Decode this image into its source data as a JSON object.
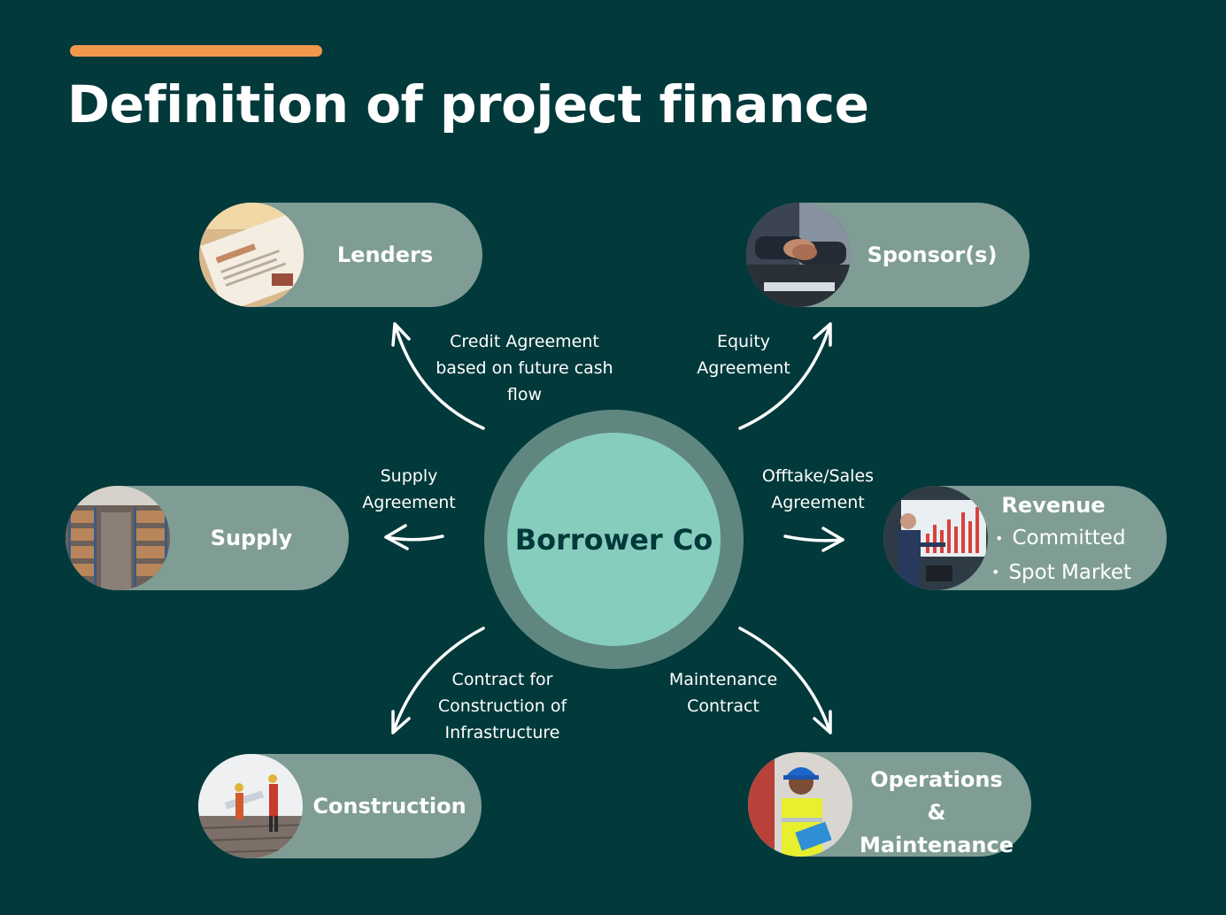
{
  "title": "Definition of project finance",
  "hub": {
    "label": "Borrower Co"
  },
  "nodes": {
    "lenders": {
      "label": "Lenders",
      "photo_icon": "contract-document-icon"
    },
    "sponsors": {
      "label": "Sponsor(s)",
      "photo_icon": "handshake-icon"
    },
    "supply": {
      "label": "Supply",
      "photo_icon": "warehouse-icon"
    },
    "revenue": {
      "label": "Revenue",
      "items": [
        "Committed",
        "Spot Market"
      ],
      "photo_icon": "presentation-chart-icon"
    },
    "construction": {
      "label": "Construction",
      "photo_icon": "construction-workers-icon"
    },
    "operations": {
      "label_line1": "Operations &",
      "label_line2": "Maintenance",
      "photo_icon": "hard-hat-worker-icon"
    }
  },
  "connections": {
    "lenders": {
      "line1": "Credit Agreement",
      "line2": "based on future cash",
      "line3": "flow"
    },
    "sponsors": {
      "line1": "Equity",
      "line2": "Agreement"
    },
    "supply": {
      "line1": "Supply",
      "line2": "Agreement"
    },
    "revenue": {
      "line1": "Offtake/Sales",
      "line2": "Agreement"
    },
    "construction": {
      "line1": "Contract for",
      "line2": "Construction of",
      "line3": "Infrastructure"
    },
    "operations": {
      "line1": "Maintenance",
      "line2": "Contract"
    }
  },
  "colors": {
    "background": "#02393b",
    "accent": "#f1984c",
    "pill": "#7f9d95",
    "hub_outer": "#5f8780",
    "hub_inner": "#87cdbd",
    "hub_text": "#02393b"
  }
}
